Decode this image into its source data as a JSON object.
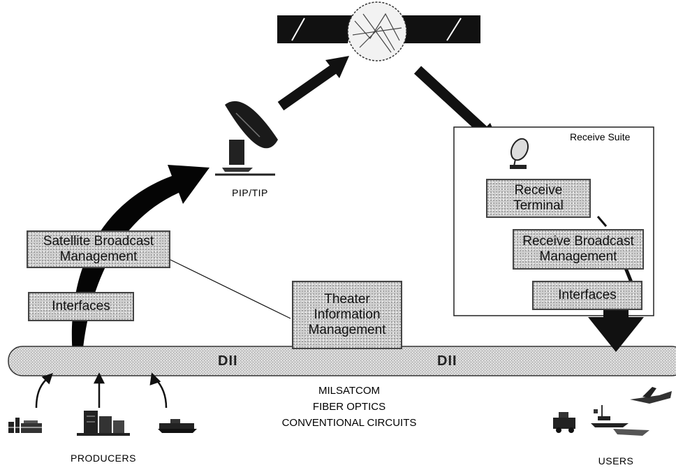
{
  "diagram": {
    "receive_suite_title": "Receive Suite",
    "uplink_label": "PIP/TIP",
    "boxes": {
      "satellite_broadcast_management": "Satellite Broadcast\nManagement",
      "interfaces_left": "Interfaces",
      "theater_information_management": "Theater\nInformation\nManagement",
      "receive_terminal": "Receive\nTerminal",
      "receive_broadcast_management": "Receive Broadcast\nManagement",
      "interfaces_right": "Interfaces"
    },
    "bus": {
      "label_left": "DII",
      "label_right": "DII"
    },
    "media": [
      "MILSATCOM",
      "FIBER OPTICS",
      "CONVENTIONAL CIRCUITS"
    ],
    "producers_label": "PRODUCERS",
    "users_label": "USERS"
  }
}
